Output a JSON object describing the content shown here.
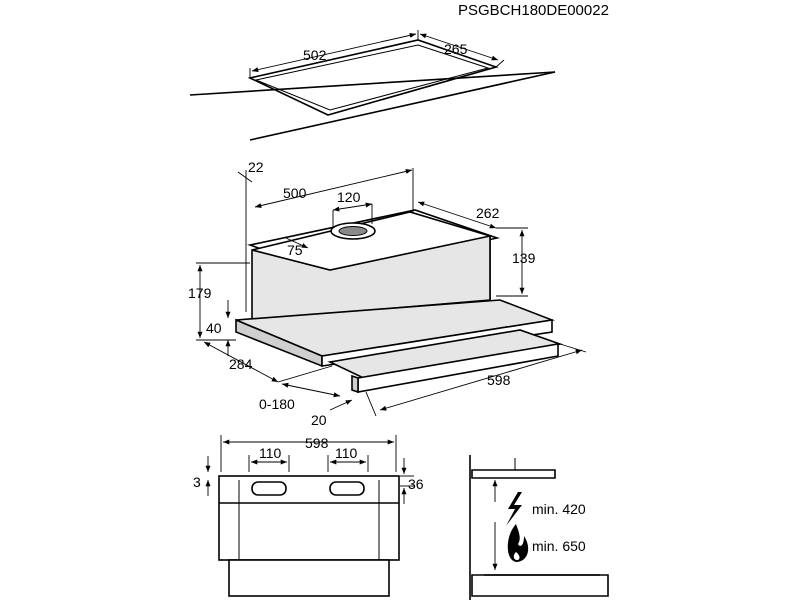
{
  "header": {
    "model_code": "PSGBCH180DE00022"
  },
  "cutout": {
    "width": "502",
    "depth": "265"
  },
  "hood": {
    "offset": "22",
    "depth": "500",
    "outlet_diameter": "120",
    "outlet_offset": "75",
    "body_width": "262",
    "body_height": "139",
    "total_height": "179",
    "front_height": "40",
    "front_depth": "284",
    "extension": "0-180",
    "front_thickness": "20",
    "width": "598"
  },
  "front_view": {
    "width": "598",
    "left_opening": "110",
    "right_opening": "110",
    "top_gap": "3",
    "opening_height": "36"
  },
  "clearance": {
    "electric": "min. 420",
    "gas": "min. 650"
  }
}
